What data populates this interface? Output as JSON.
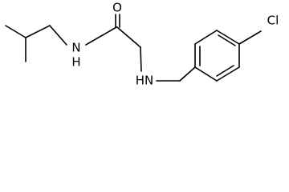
{
  "molecule": {
    "atoms": {
      "oxygen": "O",
      "amide_nitrogen": "N",
      "amide_hydrogen": "H",
      "amine_nitrogen": "HN",
      "chlorine": "Cl"
    }
  }
}
